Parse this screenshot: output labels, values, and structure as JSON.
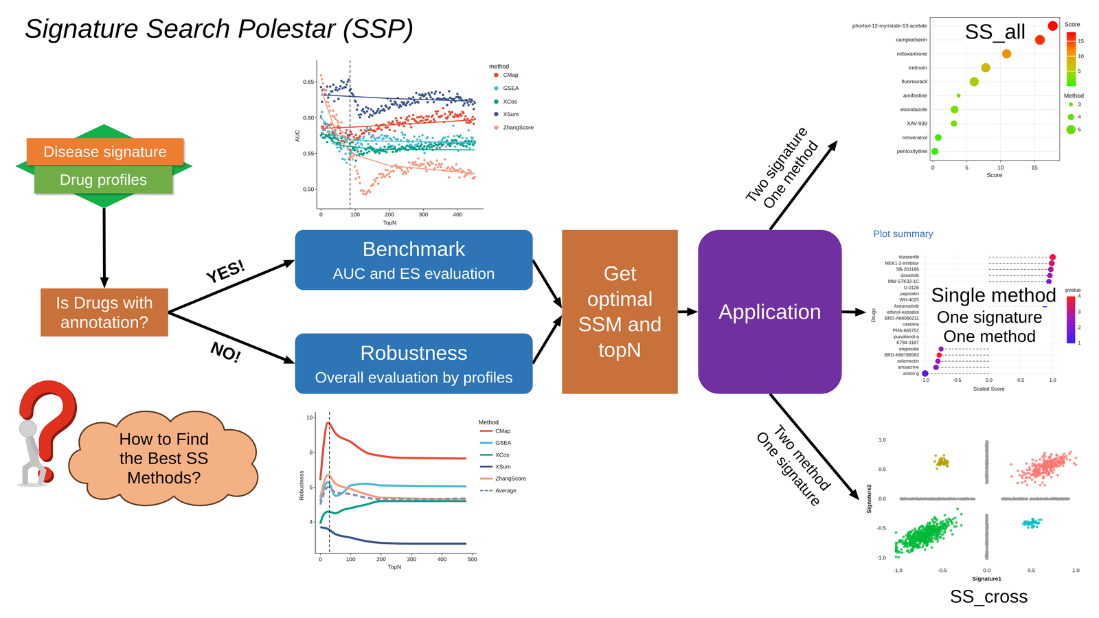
{
  "diagram": {
    "title": "Signature Search Polestar (SSP)",
    "nodes": [
      {
        "text": []
      },
      {
        "text": [
          "Disease signature"
        ],
        "in": 0
      },
      {
        "text": [
          "Drug profiles"
        ],
        "in": 0
      },
      {
        "text": [
          "Is Drugs with annotation?"
        ]
      },
      {
        "text": [
          "Benchmark",
          "AUC and ES evaluation"
        ]
      },
      {
        "text": [
          "Robustness",
          "Overall evaluation by profiles"
        ]
      },
      {
        "text": [
          "Get optimal SSM and topN"
        ]
      },
      {
        "text": [
          "Application"
        ]
      },
      {
        "text": [
          "SS_all"
        ]
      },
      {
        "text": [
          "Plot summary",
          "Single method",
          "One signature One method"
        ]
      },
      {
        "text": [
          "SS_cross"
        ]
      },
      {
        "text": [
          "How to Find the Best SS Methods?"
        ]
      }
    ],
    "edges": [
      {
        "from": 0,
        "to": 3,
        "arrow": "to"
      },
      {
        "from": 3,
        "to": 4,
        "label": "YES!",
        "arrow": "to"
      },
      {
        "from": 3,
        "to": 5,
        "label": "NO!",
        "arrow": "to"
      },
      {
        "from": 4,
        "to": 6,
        "arrow": "to"
      },
      {
        "from": 5,
        "to": 6,
        "arrow": "to"
      },
      {
        "from": 6,
        "to": 7,
        "arrow": "to"
      },
      {
        "from": 7,
        "to": 8,
        "label": "Two signature One method",
        "arrow": "to"
      },
      {
        "from": 7,
        "to": 9,
        "arrow": "to"
      },
      {
        "from": 7,
        "to": 10,
        "label": "Two method One signature",
        "arrow": "to"
      }
    ],
    "labels": [
      "AUC",
      "0.65",
      "0.60",
      "0.55",
      "0.50",
      "0",
      "100",
      "200",
      "300",
      "400",
      "TopN",
      "method",
      "Robustness",
      "10",
      "8",
      "6",
      "4",
      "0",
      "100",
      "200",
      "300",
      "400",
      "500",
      "TopN",
      "Method",
      "phorbol-12-myristate-13-acetate",
      "camptothecin",
      "mitoxantrone",
      "tretinoin",
      "fluorouracil",
      "amifostine",
      "etanidazole",
      "XAV-939",
      "resveratrol",
      "pentoxifylline",
      "0",
      "5",
      "10",
      "15",
      "Score",
      "Score",
      "15",
      "10",
      "5",
      "Method",
      "3",
      "4",
      "5",
      "Drugs",
      "tozasertib",
      "MEK1-2-inhibitor",
      "SB-203186",
      "dasatinib",
      "MW-STK33-1C",
      "U-0126",
      "pepstatin",
      "WH-4025",
      "fostamatinib",
      "ethinyl-estradiol",
      "BRD-A68066211",
      "oxetane",
      "PHA-665752",
      "purvalanol-a",
      "K784-3187",
      "etoposide",
      "BRD-K80786583",
      "selamectin",
      "amsacrine",
      "avicin-g",
      "-1.0",
      "-0.5",
      "0.0",
      "0.5",
      "1.0",
      "Scaled Score",
      "pvalue",
      "4",
      "3",
      "2",
      "1",
      "1.0",
      "0.5",
      "0.0",
      "-0.5",
      "-1.0",
      "-1.0",
      "-0.5",
      "0.0",
      "0.5",
      "1.0",
      "Signature2",
      "Signature1"
    ],
    "legend": [
      {
        "text": "CMap",
        "color": "#E64B35"
      },
      {
        "text": "GSEA",
        "color": "#4DBBD5"
      },
      {
        "text": "XCos",
        "color": "#00A087"
      },
      {
        "text": "XSum",
        "color": "#3C5488"
      },
      {
        "text": "ZhangScore",
        "color": "#F39B7F"
      },
      {
        "text": "CMap",
        "color": "#E64B35"
      },
      {
        "text": "GSEA",
        "color": "#4DBBD5"
      },
      {
        "text": "XCos",
        "color": "#00A087"
      },
      {
        "text": "XSum",
        "color": "#3C5488"
      },
      {
        "text": "ZhangScore",
        "color": "#F39B7F"
      },
      {
        "text": "Average",
        "color": "#8491B4"
      }
    ]
  }
}
